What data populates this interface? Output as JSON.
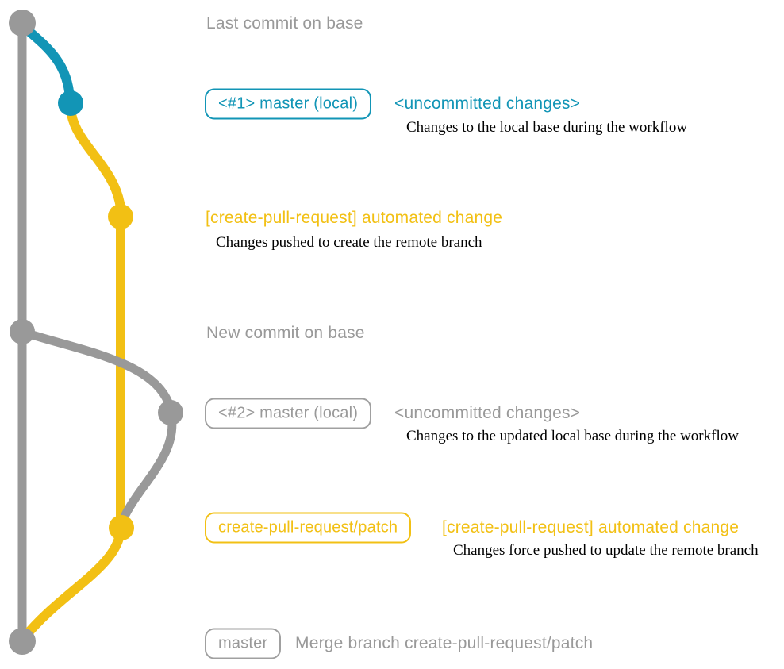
{
  "colors": {
    "teal": "#1295b6",
    "yellow": "#f2c014",
    "gray": "#999999",
    "detail_text": "#000000",
    "background": "#ffffff"
  },
  "graph": {
    "description": "Git commit graph with a gray base branch, a teal local-change branch and a yellow create-pull-request/patch branch",
    "branches": [
      {
        "name": "base",
        "color": "#999999"
      },
      {
        "name": "local-uncommitted-changes",
        "color": "#1295b6"
      },
      {
        "name": "create-pull-request-patch",
        "color": "#f2c014"
      }
    ],
    "commits": [
      {
        "id": "last-commit-on-base",
        "branch": "base",
        "color": "#999999"
      },
      {
        "id": "local-master-1",
        "branch": "local-uncommitted-changes",
        "color": "#1295b6"
      },
      {
        "id": "patch-commit-1",
        "branch": "create-pull-request-patch",
        "color": "#f2c014"
      },
      {
        "id": "new-commit-on-base",
        "branch": "base",
        "color": "#999999"
      },
      {
        "id": "local-master-2",
        "branch": "base",
        "color": "#999999"
      },
      {
        "id": "patch-commit-2",
        "branch": "create-pull-request-patch",
        "color": "#f2c014"
      },
      {
        "id": "merge-commit",
        "branch": "base",
        "color": "#999999"
      }
    ]
  },
  "annotations": {
    "last_commit_label": "Last commit on base",
    "row1": {
      "badge": "<#1> master (local)",
      "headline": "<uncommitted changes>",
      "detail": "Changes to the local base during the workflow"
    },
    "row2": {
      "headline": "[create-pull-request] automated change",
      "detail": "Changes pushed to create the remote branch"
    },
    "new_commit_label": "New commit on base",
    "row3": {
      "badge": "<#2> master (local)",
      "headline": "<uncommitted changes>",
      "detail": "Changes to the updated local base during the workflow"
    },
    "row4": {
      "badge": "create-pull-request/patch",
      "headline": "[create-pull-request] automated change",
      "detail": "Changes force pushed to update the remote branch"
    },
    "row5": {
      "badge": "master",
      "label": "Merge branch create-pull-request/patch"
    }
  }
}
